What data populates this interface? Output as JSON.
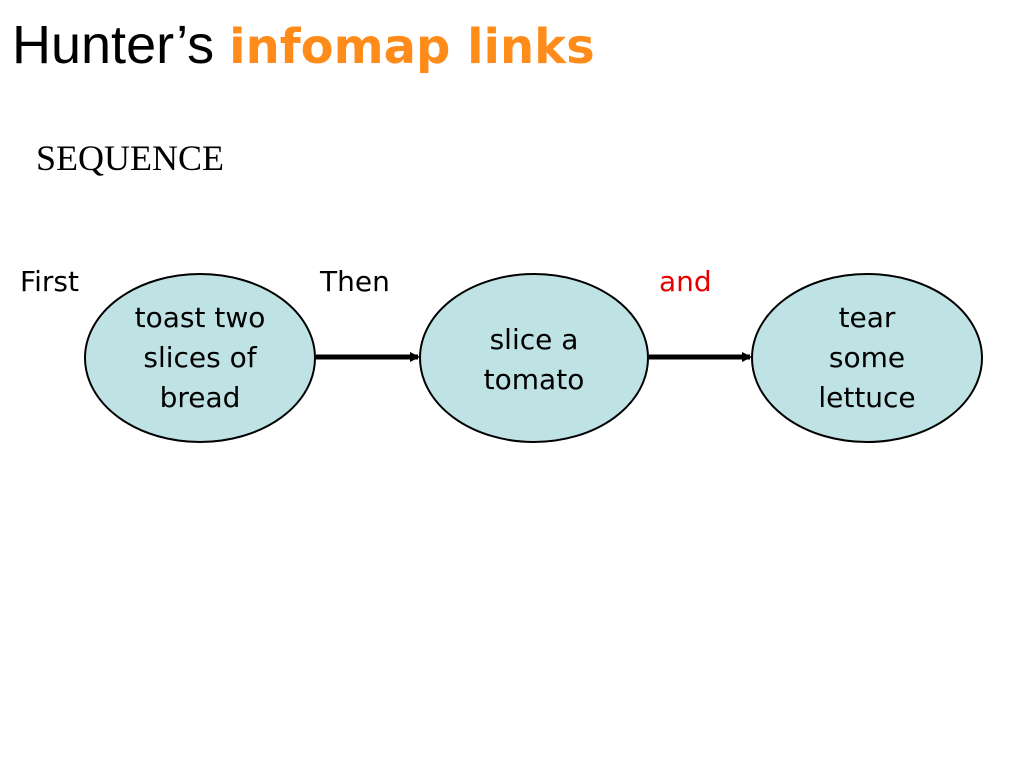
{
  "title": {
    "plain": "Hunter’s ",
    "accent": "infomap links"
  },
  "subtitle": "SEQUENCE",
  "link_words": {
    "first": "First",
    "then": "Then",
    "and": "and"
  },
  "nodes": [
    {
      "label": "toast two slices of bread"
    },
    {
      "label": "slice a tomato"
    },
    {
      "label": "tear some lettuce"
    }
  ],
  "colors": {
    "accent": "#ff8c1a",
    "node_fill": "#bfe2e4",
    "and_text": "#e60000",
    "stroke": "#000000"
  }
}
